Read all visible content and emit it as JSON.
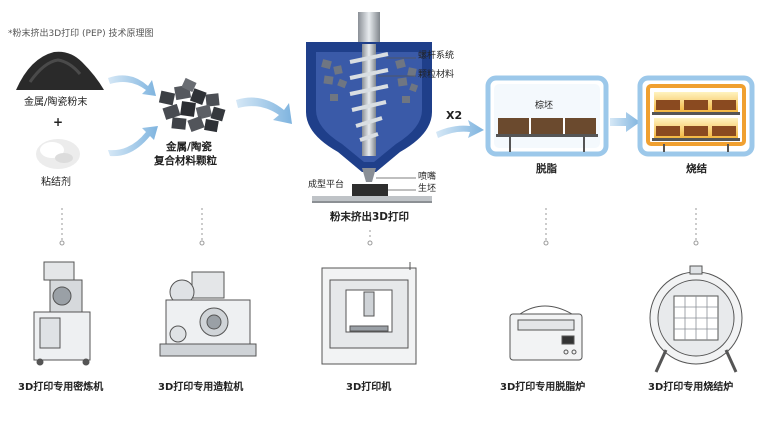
{
  "title": "*粉末挤出3D打印 (PEP) 技术原理图",
  "materials": {
    "powder": "金属/陶瓷粉末",
    "plus": "+",
    "binder": "粘结剂",
    "granule_line1": "金属/陶瓷",
    "granule_line2": "复合材料颗粒"
  },
  "printer": {
    "screw_system": "螺杆系统",
    "granule_material": "颗粒材料",
    "multiplier": "X2",
    "nozzle": "喷嘴",
    "green_body": "生坯",
    "build_platform": "成型平台",
    "caption": "粉末挤出3D打印"
  },
  "debinding": {
    "label_inside": "棕坯",
    "caption": "脱脂"
  },
  "sintering": {
    "caption": "烧结"
  },
  "machines": [
    "3D打印专用密炼机",
    "3D打印专用造粒机",
    "3D打印机",
    "3D打印专用脱脂炉",
    "3D打印专用烧结炉"
  ],
  "colors": {
    "accent_blue": "#8fc1e6",
    "printer_blue": "#1f3f8a",
    "furnace_orange": "#f0a030"
  }
}
